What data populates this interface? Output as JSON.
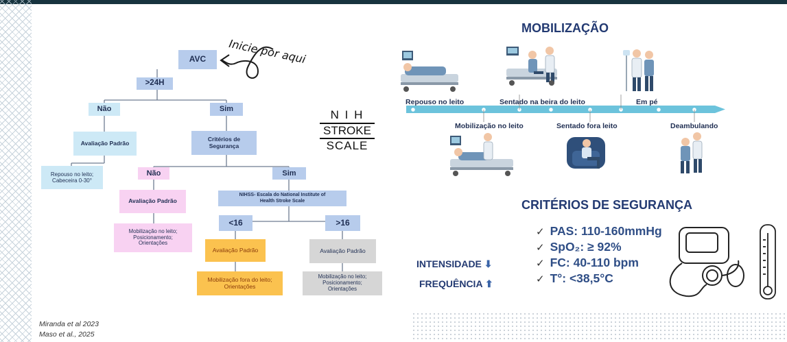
{
  "flow": {
    "avc": "AVC",
    "start_note": "Inicie por aqui",
    "h24": ">24H",
    "no1": "Não",
    "yes1": "Sim",
    "std1": "Avaliação Padrão",
    "rest1": "Repouso no leito; Cabeceira 0-30°",
    "safety": "Critérios de Segurança",
    "no2": "Não",
    "yes2": "Sim",
    "std2": "Avaliação Padrão",
    "mob2": "Mobilização no leito; Posicionamento; Orientações",
    "nihss": "NIHSS- Escala do National Institute of Health Stroke Scale",
    "lt16": "<16",
    "gt16": ">16",
    "std3": "Avaliação Padrão",
    "mob3": "Mobilização fora do leito; Orientações",
    "std4": "Avaliação Padrão",
    "mob4": "Mobilização no leito; Posicionamento; Orientações"
  },
  "nih_logo": {
    "line1": "N I H",
    "line2": "STROKE",
    "line3": "SCALE"
  },
  "mobility": {
    "title": "MOBILIZAÇÃO",
    "top_labels": [
      "Repouso no leito",
      "Sentado na beira do leito",
      "Em pé"
    ],
    "bottom_labels": [
      "Mobilização no leito",
      "Sentado fora leito",
      "Deambulando"
    ]
  },
  "criteria": {
    "title": "CRITÉRIOS DE SEGURANÇA",
    "items": [
      "PAS: 110-160mmHg",
      "SpO₂: ≥ 92%",
      "FC: 40-110 bpm",
      "T°: <38,5°C"
    ],
    "check": "✓"
  },
  "load": {
    "intensity": "INTENSIDADE",
    "frequency": "FREQUÊNCIA",
    "down_arrow": "⬇",
    "up_arrow": "⬆"
  },
  "citations": [
    "Miranda et al 2023",
    "Maso et al., 2025"
  ],
  "colors": {
    "navy": "#233a72",
    "timeline": "#6cc3dc",
    "arrow": "#3a64a8"
  }
}
